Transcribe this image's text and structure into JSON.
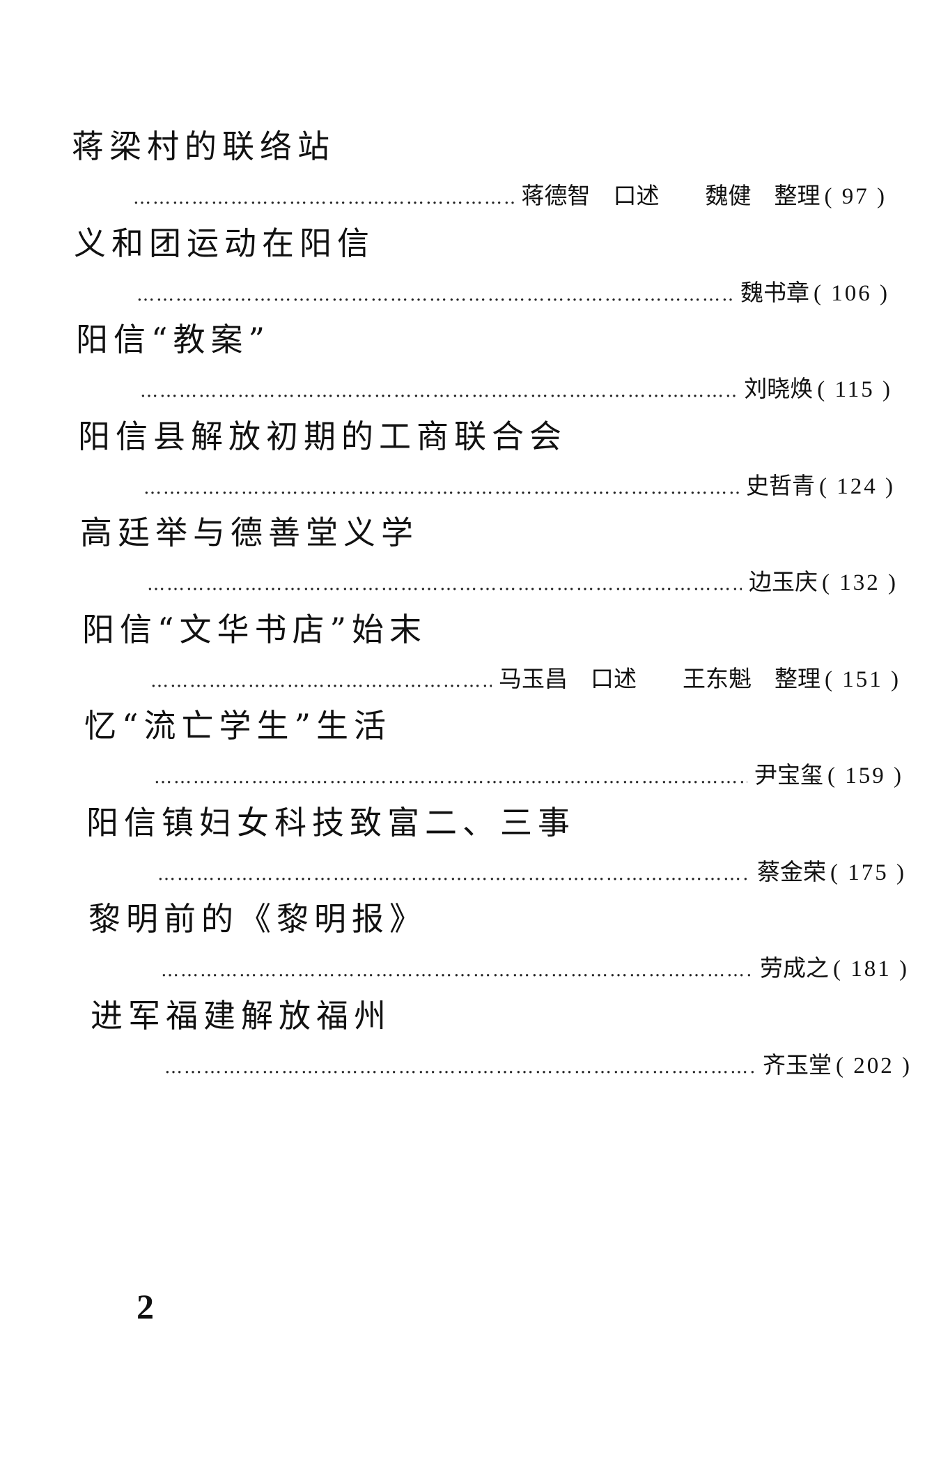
{
  "entries": [
    {
      "title": "蒋梁村的联络站",
      "author": "蒋德智　口述　　魏健　整理",
      "page": "( 97 )"
    },
    {
      "title": "义和团运动在阳信",
      "author": "魏书章",
      "page": "( 106 )"
    },
    {
      "title": "阳信“教案”",
      "author": "刘晓焕",
      "page": "( 115 )"
    },
    {
      "title": "阳信县解放初期的工商联合会",
      "author": "史哲青",
      "page": "( 124 )"
    },
    {
      "title": "高廷举与德善堂义学",
      "author": "边玉庆",
      "page": "( 132 )"
    },
    {
      "title": "阳信“文华书店”始末",
      "author": "马玉昌　口述　　王东魁　整理",
      "page": "( 151 )"
    },
    {
      "title": "忆“流亡学生”生活",
      "author": "尹宝玺",
      "page": "( 159 )"
    },
    {
      "title": "阳信镇妇女科技致富二、三事",
      "author": "蔡金荣",
      "page": "( 175 )"
    },
    {
      "title": "黎明前的《黎明报》",
      "author": "劳成之",
      "page": "( 181 )"
    },
    {
      "title": "进军福建解放福州",
      "author": "齐玉堂",
      "page": "( 202 )"
    }
  ],
  "page_number": "2"
}
